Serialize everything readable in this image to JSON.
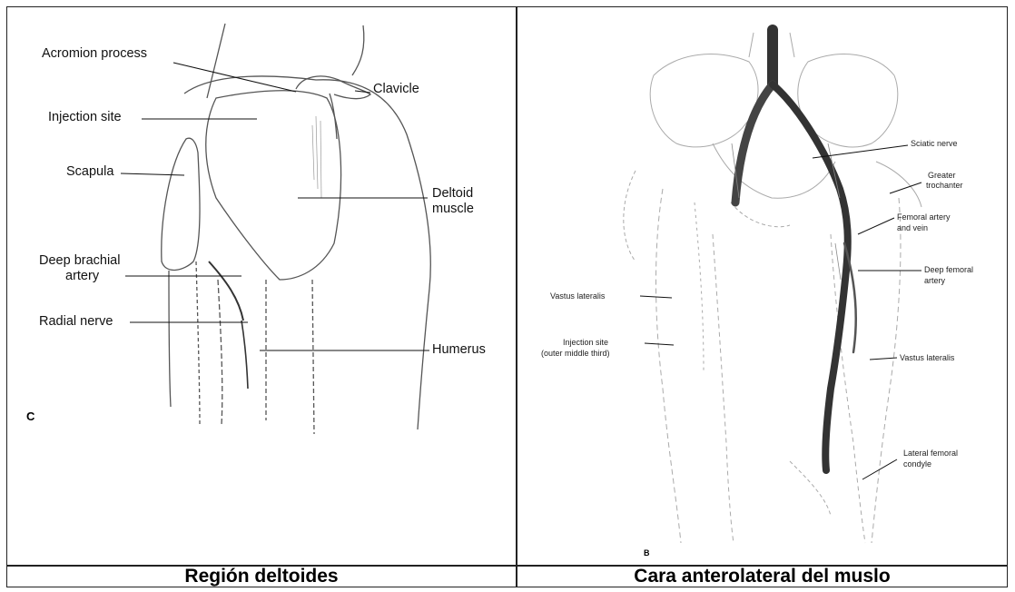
{
  "left_panel": {
    "letter": "C",
    "labels": {
      "acromion": "Acromion process",
      "clavicle": "Clavicle",
      "injection_site": "Injection site",
      "scapula": "Scapula",
      "deltoid_1": "Deltoid",
      "deltoid_2": "muscle",
      "deep_brachial_1": "Deep brachial",
      "deep_brachial_2": "artery",
      "radial_nerve": "Radial nerve",
      "humerus": "Humerus"
    },
    "caption": "Región deltoides"
  },
  "right_panel": {
    "letter": "B",
    "labels": {
      "sciatic_nerve": "Sciatic nerve",
      "greater_trochanter_1": "Greater",
      "greater_trochanter_2": "trochanter",
      "femoral_1": "Femoral artery",
      "femoral_2": "and vein",
      "deep_femoral_1": "Deep femoral",
      "deep_femoral_2": "artery",
      "vastus_left": "Vastus lateralis",
      "injection_site_1": "Injection site",
      "injection_site_2": "(outer middle third)",
      "vastus_right": "Vastus lateralis",
      "lateral_condyle_1": "Lateral femoral",
      "lateral_condyle_2": "condyle"
    },
    "caption": "Cara anterolateral del muslo"
  }
}
